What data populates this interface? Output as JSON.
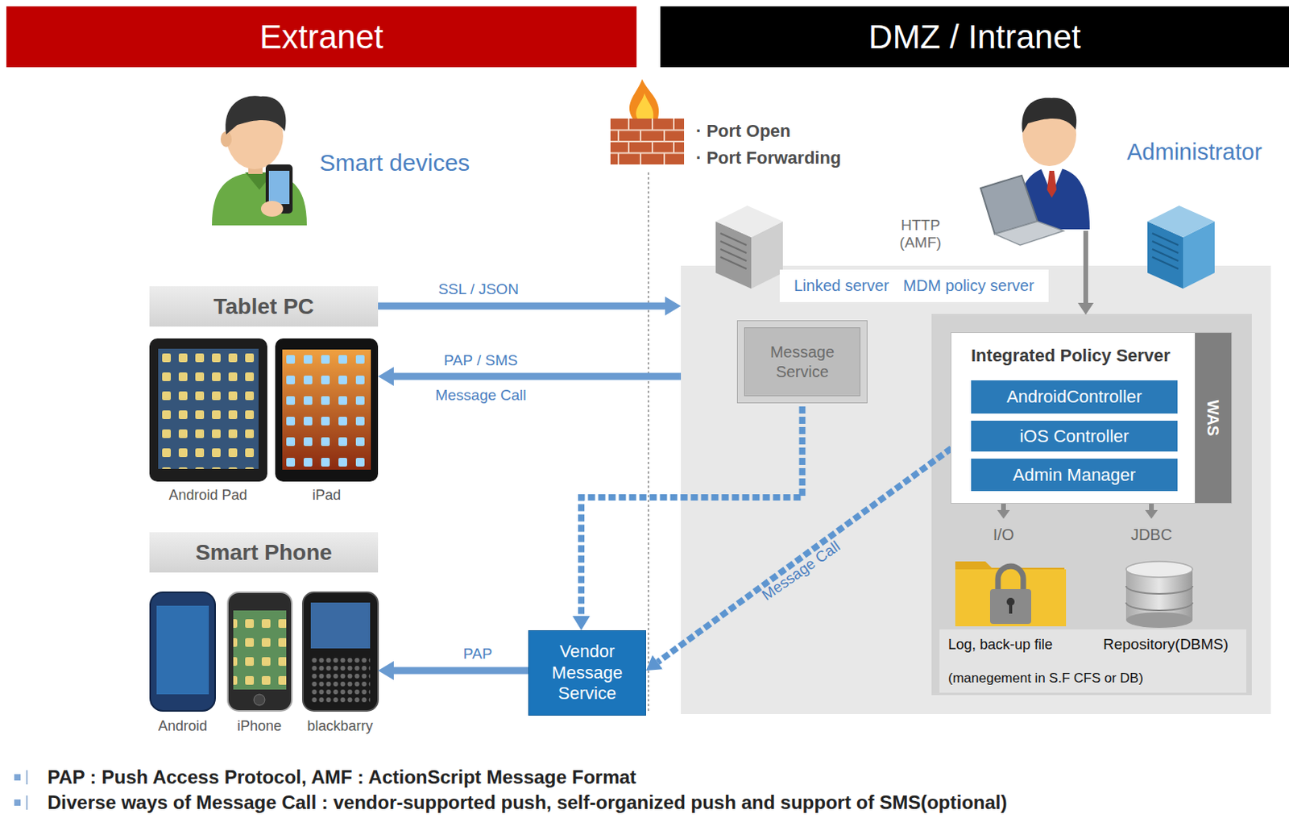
{
  "diagram": {
    "nodes": [
      {
        "text": [
          "Extranet"
        ]
      },
      {
        "text": [
          "DMZ / Intranet"
        ]
      },
      {
        "text": [
          "Tablet PC"
        ]
      },
      {
        "text": [
          "Smart Phone"
        ]
      },
      {
        "text": [
          "Linked server",
          "MDM policy server"
        ]
      },
      {
        "text": [
          "Message Service"
        ],
        "in": 4
      },
      {
        "text": [
          "Integrated Policy Server"
        ],
        "in": 4
      },
      {
        "text": [
          "AndroidController"
        ],
        "in": 6
      },
      {
        "text": [
          "iOS Controller"
        ],
        "in": 6
      },
      {
        "text": [
          "Admin Manager"
        ],
        "in": 6
      },
      {
        "text": [
          "WAS"
        ],
        "in": 6
      },
      {
        "text": [
          "Vendor Message Service"
        ]
      }
    ],
    "edges": [
      {
        "from": 2,
        "to": 4,
        "label": "SSL / JSON",
        "arrow": "to"
      },
      {
        "from": 4,
        "to": 2,
        "label": "PAP / SMS",
        "arrow": "to"
      },
      {
        "from": 5,
        "to": 11,
        "arrow": "to"
      },
      {
        "from": 6,
        "to": 11,
        "label": "Message Call",
        "arrow": "to"
      },
      {
        "from": 11,
        "to": 3,
        "label": "PAP",
        "arrow": "to"
      }
    ],
    "labels": [
      "Smart devices",
      "· Port Open",
      "· Port Forwarding",
      "Administrator",
      "HTTP (AMF)",
      "Message Call",
      "Android Pad",
      "iPad",
      "I/O",
      "JDBC",
      "Android",
      "iPhone",
      "blackbarry",
      "Log, back-up file",
      "Repository(DBMS)",
      "(manegement in S.F CFS or DB)",
      "PAP : Push Access Protocol, AMF : ActionScript Message Format",
      "Diverse ways of Message Call : vendor-supported push, self-organized push and support of SMS(optional)"
    ]
  }
}
